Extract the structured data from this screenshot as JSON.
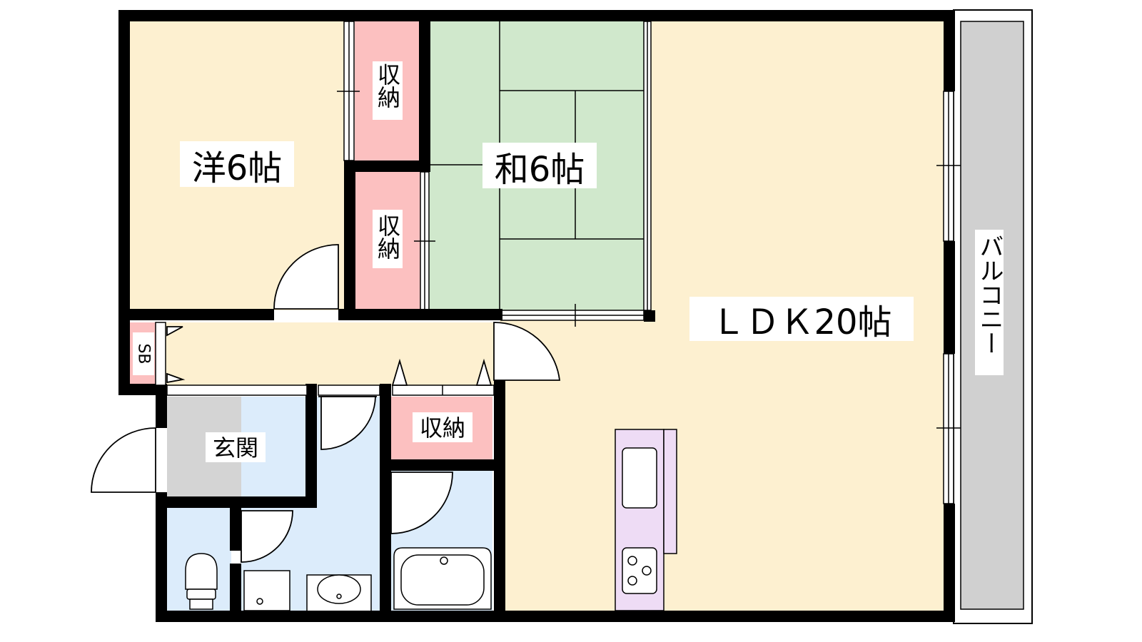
{
  "colors": {
    "wall": "#000000",
    "room_cream": "#fdf0d0",
    "tatami": "#d0e8cc",
    "storage": "#fcc0c0",
    "entrance": "#d4d4d4",
    "wet_area": "#dcecfb",
    "kitchen": "#eedcf5",
    "balcony": "#d0d0d0"
  },
  "rooms": {
    "western": "洋6帖",
    "japanese": "和6帖",
    "ldk": "ＬＤＫ20帖",
    "storage_1": "収納",
    "storage_2": "収納",
    "storage_3": "収納",
    "entrance": "玄関",
    "shoe_box": "SB",
    "balcony": "バルコニー"
  }
}
